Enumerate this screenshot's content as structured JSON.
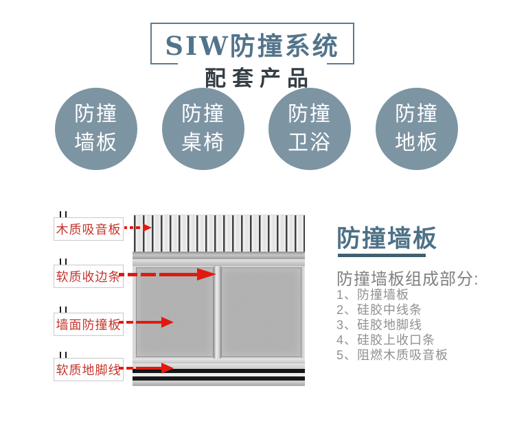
{
  "header": {
    "title": "SIW防撞系统",
    "subtitle": "配套产品"
  },
  "products": [
    {
      "line1": "防撞",
      "line2": "墙板"
    },
    {
      "line1": "防撞",
      "line2": "桌椅"
    },
    {
      "line1": "防撞",
      "line2": "卫浴"
    },
    {
      "line1": "防撞",
      "line2": "地板"
    }
  ],
  "diagram": {
    "labels": [
      {
        "text": "木质吸音板"
      },
      {
        "text": "软质收边条"
      },
      {
        "text": "墙面防撞板"
      },
      {
        "text": "软质地脚线"
      }
    ]
  },
  "detail": {
    "heading": "防撞墙板",
    "subheading": "防撞墙板组成部分:",
    "items": [
      "1、防撞墙板",
      "2、硅胶中线条",
      "3、硅胶地脚线",
      "4、硅胶上收口条",
      "5、阻燃木质吸音板"
    ]
  },
  "colors": {
    "title_blue": "#52748b",
    "frame_blue": "#5a7b8e",
    "circle_blue": "#7d94a3",
    "heading_blue": "#4d7187",
    "underline_blue": "#40606f",
    "label_red": "#c5352c",
    "arrow_red": "#e2190e",
    "subtitle_dark": "#333d44",
    "list_gray": "#909090"
  }
}
